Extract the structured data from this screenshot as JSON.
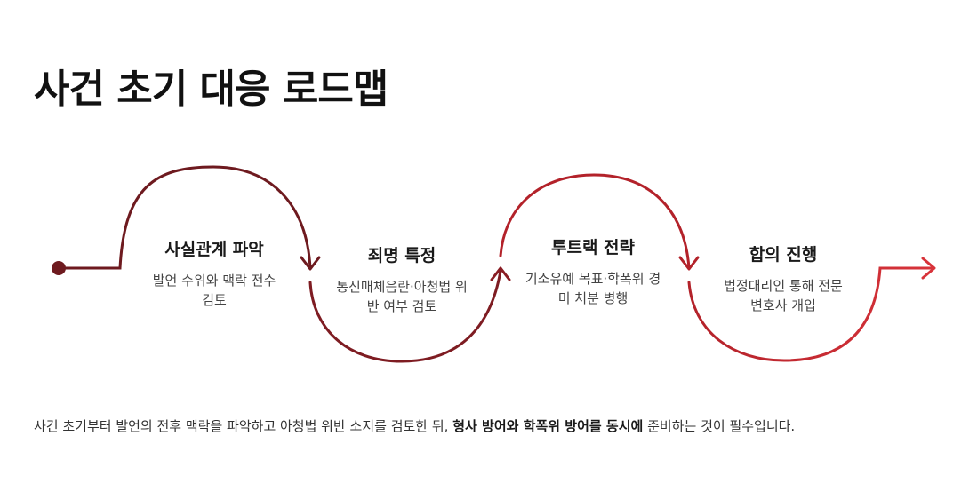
{
  "title": "사건 초기 대응 로드맵",
  "steps": [
    {
      "title": "사실관계 파악",
      "desc": "발언 수위와 맥락 전수 검토"
    },
    {
      "title": "죄명 특정",
      "desc": "통신매체음란·아청법 위반 여부 검토"
    },
    {
      "title": "투트랙 전략",
      "desc": "기소유예 목표·학폭위 경미 처분 병행"
    },
    {
      "title": "합의 진행",
      "desc": "법정대리인 통해 전문 변호사 개입"
    }
  ],
  "summary": {
    "before": "사건 초기부터 발언의 전후 맥락을 파악하고 아청법 위반 소지를 검토한 뒤, ",
    "emphasis": "형사 방어와 학폭위 방어를 동시에",
    "after": " 준비하는 것이 필수입니다."
  },
  "colors": {
    "segment_1": "#6e1a1f",
    "segment_2": "#7e1c22",
    "segment_3": "#b3222a",
    "segment_4": "#cf2a30"
  }
}
